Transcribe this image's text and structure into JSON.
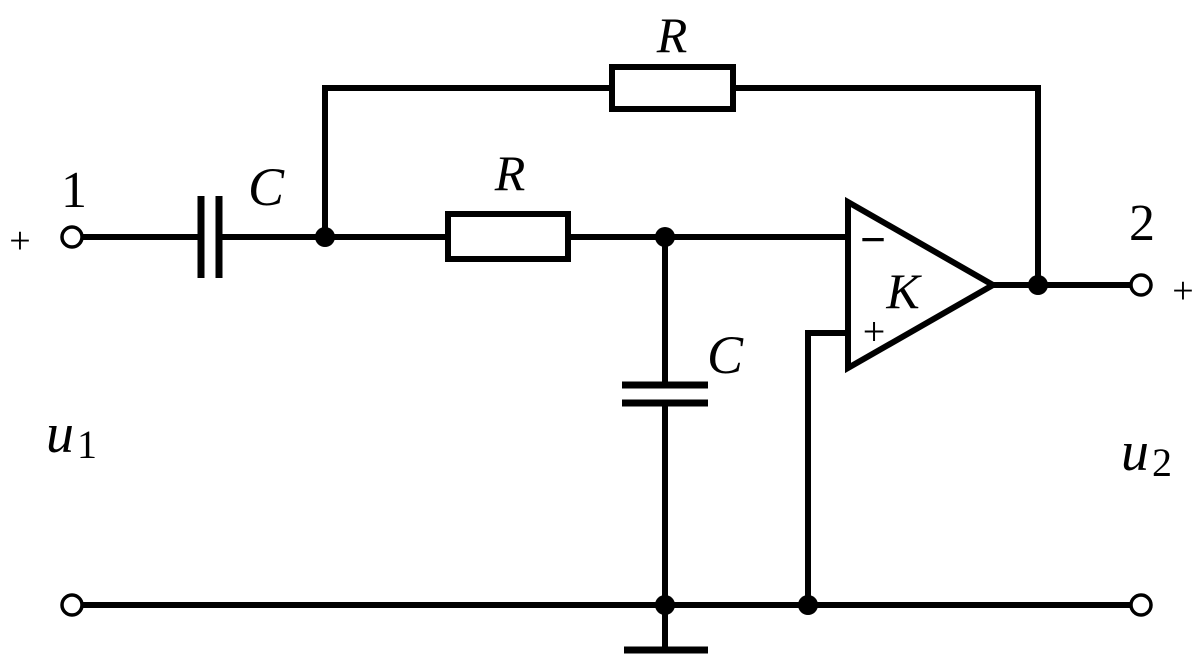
{
  "diagram": {
    "components": {
      "resistor_feedback": "R",
      "resistor_series": "R",
      "capacitor_input": "C",
      "capacitor_shunt": "C",
      "amplifier_gain": "K"
    },
    "amplifier_inputs": {
      "inverting": "−",
      "noninverting": "+"
    },
    "ports": {
      "input_number": "1",
      "output_number": "2",
      "input_plus": "+",
      "output_plus": "+"
    },
    "voltages": {
      "input": {
        "symbol": "u",
        "subscript": "1"
      },
      "output": {
        "symbol": "u",
        "subscript": "2"
      }
    }
  }
}
